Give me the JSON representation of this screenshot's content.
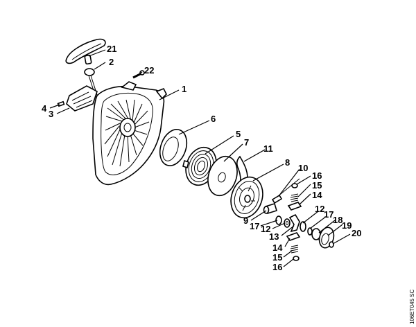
{
  "diagram": {
    "reference_code": "106ET045 SC",
    "part_labels": {
      "p21": "21",
      "p2": "2",
      "p22": "22",
      "p1": "1",
      "p4": "4",
      "p3": "3",
      "p6": "6",
      "p5": "5",
      "p7": "7",
      "p11": "11",
      "p8": "8",
      "p10": "10",
      "p16a": "16",
      "p15a": "15",
      "p14a": "14",
      "p12a": "12",
      "p17a": "17",
      "p18": "18",
      "p19": "19",
      "p20": "20",
      "p9": "9",
      "p17b": "17",
      "p12b": "12",
      "p13": "13",
      "p14b": "14",
      "p15b": "15",
      "p16b": "16"
    }
  }
}
